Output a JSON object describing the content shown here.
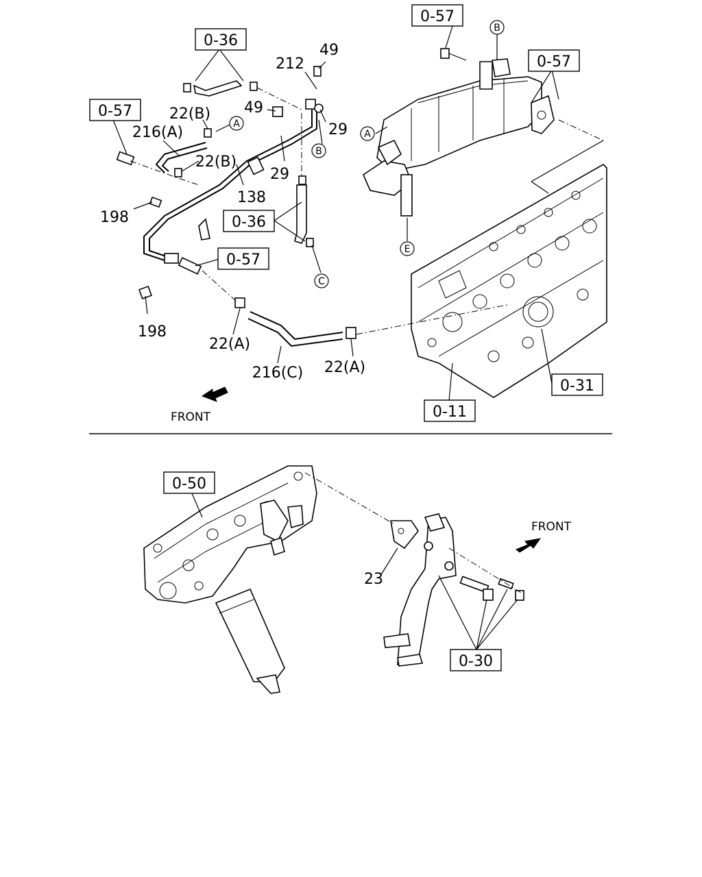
{
  "top_section": {
    "boxed_refs": {
      "r057_top": "0-57",
      "r036_top": "0-36",
      "r057_left": "0-57",
      "r057_right": "0-57",
      "r036_mid": "0-36",
      "r057_mid": "0-57",
      "r031": "0-31",
      "r011": "0-11"
    },
    "part_numbers": {
      "p49_top": "49",
      "p212": "212",
      "p22b_1": "22(B)",
      "p49_mid": "49",
      "p216a": "216(A)",
      "p29_right": "29",
      "p22b_2": "22(B)",
      "p29_mid": "29",
      "p138": "138",
      "p198_top": "198",
      "p198_bottom": "198",
      "p22a_left": "22(A)",
      "p216c": "216(C)",
      "p22a_right": "22(A)"
    },
    "circled_refs": {
      "cA_left": "A",
      "cA_right": "A",
      "cB_top": "B",
      "cB_mid": "B",
      "cC": "C",
      "cE": "E"
    },
    "front_label": "FRONT"
  },
  "bottom_section": {
    "boxed_refs": {
      "r050": "0-50",
      "r030": "0-30"
    },
    "part_numbers": {
      "p23": "23"
    },
    "front_label": "FRONT"
  }
}
